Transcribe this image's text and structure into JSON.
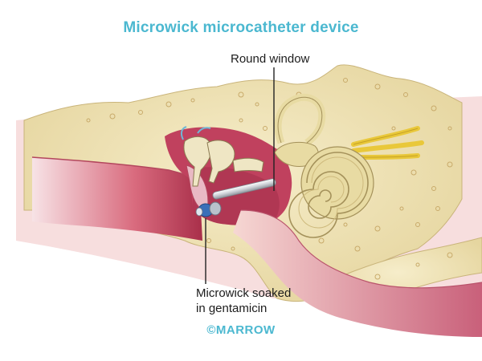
{
  "title": "Microwick microcatheter device",
  "labels": {
    "round_window": "Round window",
    "microwick_line1": "Microwick soaked",
    "microwick_line2": "in gentamicin"
  },
  "brand": "©MARROW",
  "colors": {
    "title": "#4bb8d0",
    "bone": "#efe3b8",
    "cavity": "#c0415e",
    "nerve": "#e9c83a",
    "cochlea": "#e8dba3",
    "brand": "#4bb8d0"
  }
}
